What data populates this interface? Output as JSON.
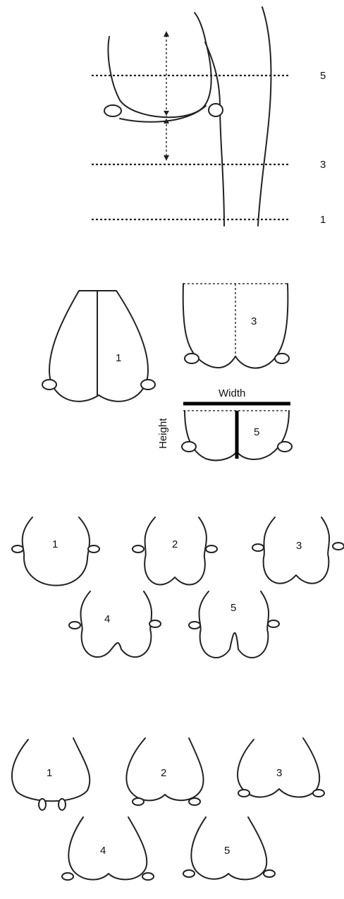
{
  "panel_a": {
    "level_labels": [
      "5",
      "3",
      "1"
    ]
  },
  "panel_b": {
    "shape_labels": [
      "1",
      "3",
      "5"
    ],
    "width_label": "Width",
    "height_label": "Height"
  },
  "panel_c": {
    "shape_labels": [
      "1",
      "2",
      "3",
      "4",
      "5"
    ]
  },
  "panel_d": {
    "shape_labels": [
      "1",
      "2",
      "3",
      "4",
      "5"
    ]
  }
}
